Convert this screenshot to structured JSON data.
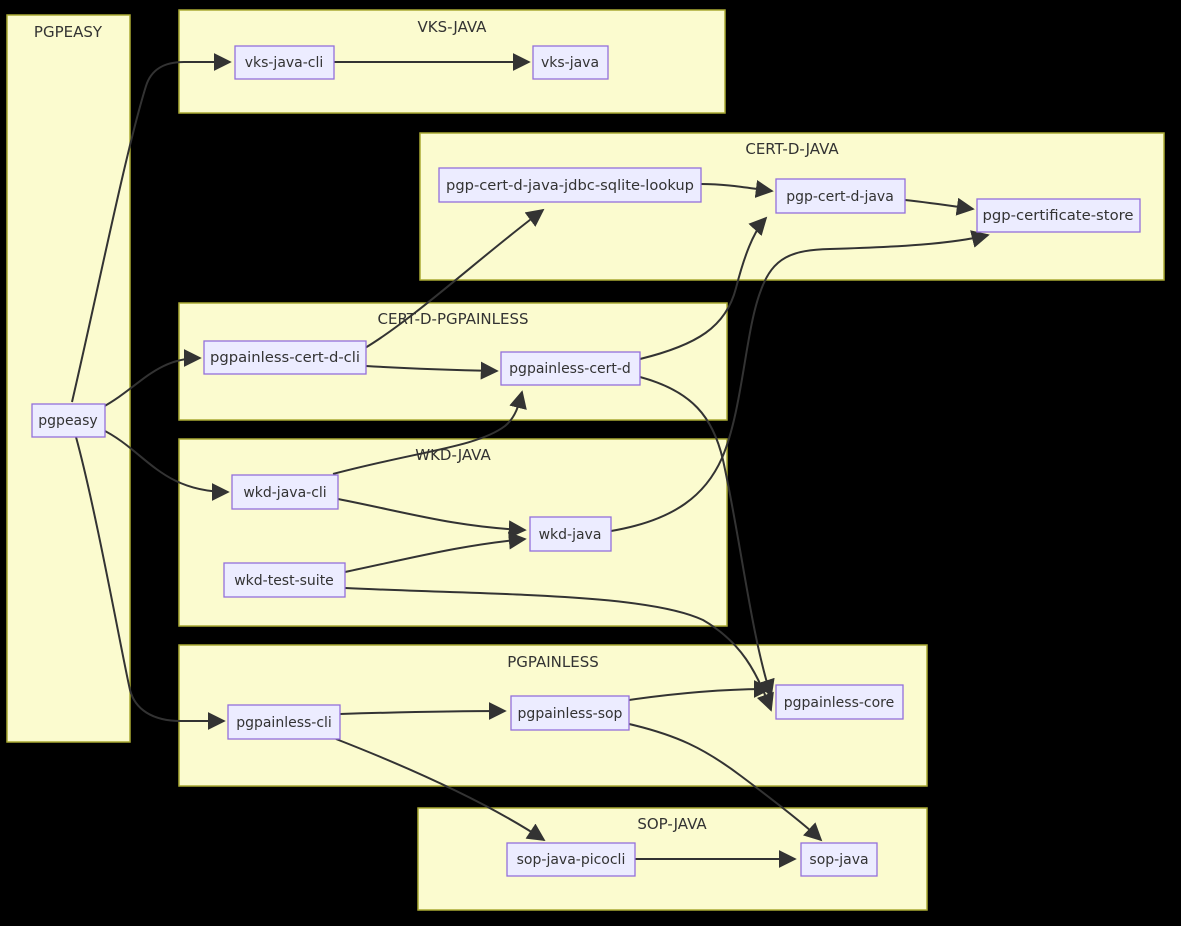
{
  "diagram": {
    "type": "dependency-graph",
    "colors": {
      "background": "#000000",
      "cluster_fill": "#FBFBCF",
      "cluster_border": "#AAAA33",
      "node_fill": "#ECECFF",
      "node_border": "#9370DB",
      "edge": "#333333",
      "text": "#333333"
    },
    "clusters": [
      {
        "id": "pgpeasy-group",
        "label": "PGPEASY"
      },
      {
        "id": "vks-java-group",
        "label": "VKS-JAVA"
      },
      {
        "id": "cert-d-java-group",
        "label": "CERT-D-JAVA"
      },
      {
        "id": "cert-d-pgpainless-group",
        "label": "CERT-D-PGPAINLESS"
      },
      {
        "id": "wkd-java-group",
        "label": "WKD-JAVA"
      },
      {
        "id": "pgpainless-group",
        "label": "PGPAINLESS"
      },
      {
        "id": "sop-java-group",
        "label": "SOP-JAVA"
      }
    ],
    "nodes": [
      {
        "id": "pgpeasy",
        "label": "pgpeasy",
        "cluster": "PGPEASY"
      },
      {
        "id": "vks-java-cli",
        "label": "vks-java-cli",
        "cluster": "VKS-JAVA"
      },
      {
        "id": "vks-java",
        "label": "vks-java",
        "cluster": "VKS-JAVA"
      },
      {
        "id": "pgp-cert-d-java-jdbc-sqlite-lookup",
        "label": "pgp-cert-d-java-jdbc-sqlite-lookup",
        "cluster": "CERT-D-JAVA"
      },
      {
        "id": "pgp-cert-d-java",
        "label": "pgp-cert-d-java",
        "cluster": "CERT-D-JAVA"
      },
      {
        "id": "pgp-certificate-store",
        "label": "pgp-certificate-store",
        "cluster": "CERT-D-JAVA"
      },
      {
        "id": "pgpainless-cert-d-cli",
        "label": "pgpainless-cert-d-cli",
        "cluster": "CERT-D-PGPAINLESS"
      },
      {
        "id": "pgpainless-cert-d",
        "label": "pgpainless-cert-d",
        "cluster": "CERT-D-PGPAINLESS"
      },
      {
        "id": "wkd-java-cli",
        "label": "wkd-java-cli",
        "cluster": "WKD-JAVA"
      },
      {
        "id": "wkd-java",
        "label": "wkd-java",
        "cluster": "WKD-JAVA"
      },
      {
        "id": "wkd-test-suite",
        "label": "wkd-test-suite",
        "cluster": "WKD-JAVA"
      },
      {
        "id": "pgpainless-cli",
        "label": "pgpainless-cli",
        "cluster": "PGPAINLESS"
      },
      {
        "id": "pgpainless-sop",
        "label": "pgpainless-sop",
        "cluster": "PGPAINLESS"
      },
      {
        "id": "pgpainless-core",
        "label": "pgpainless-core",
        "cluster": "PGPAINLESS"
      },
      {
        "id": "sop-java-picocli",
        "label": "sop-java-picocli",
        "cluster": "SOP-JAVA"
      },
      {
        "id": "sop-java",
        "label": "sop-java",
        "cluster": "SOP-JAVA"
      }
    ],
    "edges": [
      {
        "from": "pgpeasy",
        "to": "vks-java-cli"
      },
      {
        "from": "pgpeasy",
        "to": "pgpainless-cert-d-cli"
      },
      {
        "from": "pgpeasy",
        "to": "wkd-java-cli"
      },
      {
        "from": "pgpeasy",
        "to": "pgpainless-cli"
      },
      {
        "from": "vks-java-cli",
        "to": "vks-java"
      },
      {
        "from": "pgp-cert-d-java-jdbc-sqlite-lookup",
        "to": "pgp-cert-d-java"
      },
      {
        "from": "pgp-cert-d-java",
        "to": "pgp-certificate-store"
      },
      {
        "from": "pgpainless-cert-d-cli",
        "to": "pgp-cert-d-java-jdbc-sqlite-lookup"
      },
      {
        "from": "pgpainless-cert-d-cli",
        "to": "pgpainless-cert-d"
      },
      {
        "from": "pgpainless-cert-d",
        "to": "pgp-cert-d-java"
      },
      {
        "from": "pgpainless-cert-d",
        "to": "pgpainless-core"
      },
      {
        "from": "wkd-java-cli",
        "to": "pgpainless-cert-d"
      },
      {
        "from": "wkd-java-cli",
        "to": "wkd-java"
      },
      {
        "from": "wkd-test-suite",
        "to": "wkd-java"
      },
      {
        "from": "wkd-test-suite",
        "to": "pgpainless-core"
      },
      {
        "from": "wkd-java",
        "to": "pgp-certificate-store"
      },
      {
        "from": "pgpainless-cli",
        "to": "pgpainless-sop"
      },
      {
        "from": "pgpainless-cli",
        "to": "sop-java-picocli"
      },
      {
        "from": "pgpainless-sop",
        "to": "pgpainless-core"
      },
      {
        "from": "pgpainless-sop",
        "to": "sop-java"
      },
      {
        "from": "sop-java-picocli",
        "to": "sop-java"
      }
    ]
  }
}
